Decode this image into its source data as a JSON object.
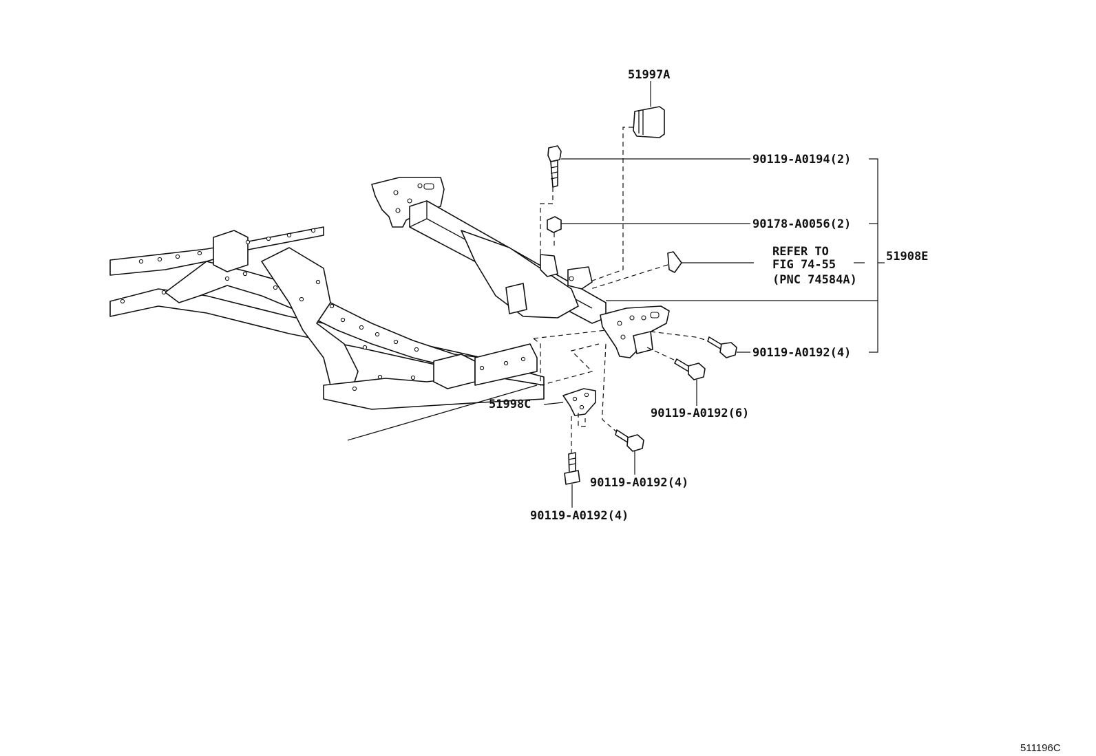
{
  "labels": {
    "p51997a": "51997A",
    "p90119_a0194": "90119-A0194(2)",
    "p90178_a0056": "90178-A0056(2)",
    "refer_line1": "REFER TO",
    "refer_line2": "FIG 74-55",
    "refer_line3": "(PNC 74584A)",
    "p51908e": "51908E",
    "p90119_a0192_right": "90119-A0192(4)",
    "p90119_a0192_six": "90119-A0192(6)",
    "p51998c": "51998C",
    "p90119_a0192_mid": "90119-A0192(4)",
    "p90119_a0192_bottom": "90119-A0192(4)"
  },
  "figure_number": "511196C"
}
